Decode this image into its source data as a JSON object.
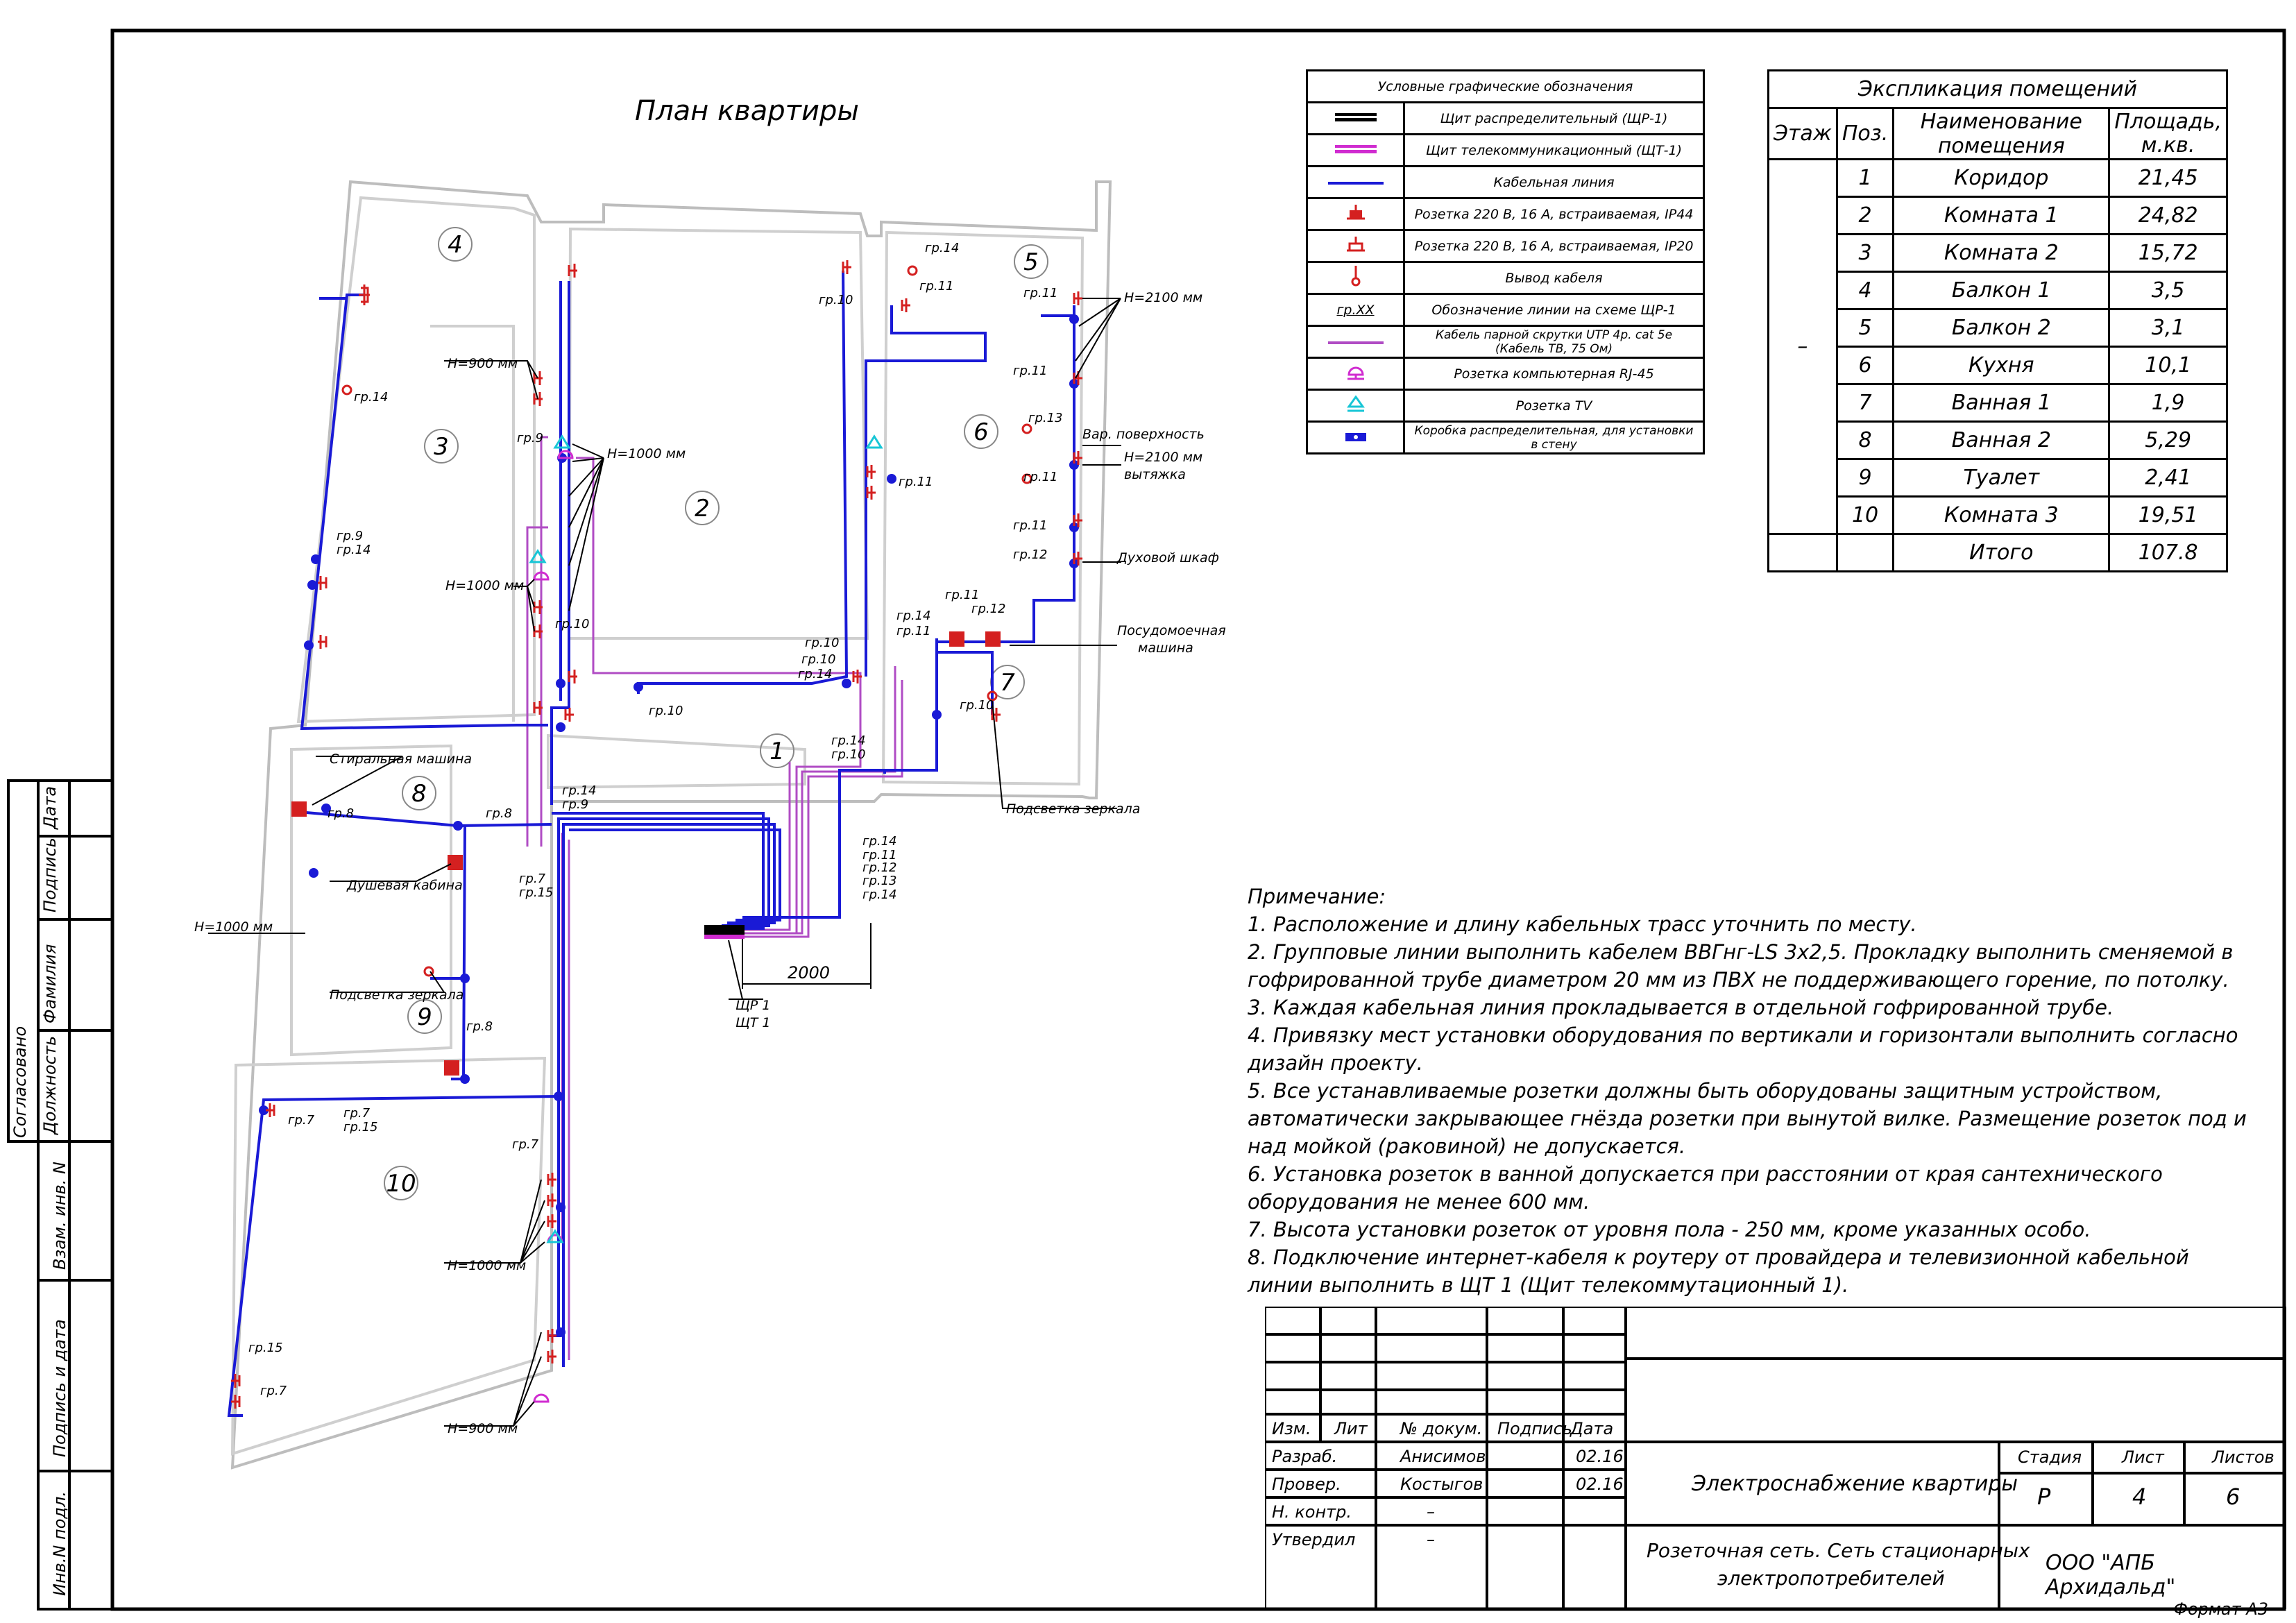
{
  "plan": {
    "title": "План квартиры",
    "room_numbers": [
      "1",
      "2",
      "3",
      "4",
      "5",
      "6",
      "7",
      "8",
      "9",
      "10"
    ],
    "labels": {
      "h900_top": "Н=900 мм",
      "h1000_r2": "Н=1000 мм",
      "h1000_r3": "Н=1000 мм",
      "h2100_top": "Н=2100 мм",
      "work_surface": "Вар. поверхность",
      "h2100_hood": "Н=2100 мм",
      "hood": "вытяжка",
      "oven": "Духовой шкаф",
      "dishwasher": "Посудомоечная",
      "dishwasher2": "машина",
      "mirror_light_7": "Подсветка зеркала",
      "washing_machine": "Стиральная машина",
      "shower": "Душевая кабина",
      "mirror_light_9": "Подсветка зеркала",
      "h1000_left": "Н=1000 мм",
      "h1000_r10": "Н=1000 мм",
      "h900_r10": "Н=900 мм",
      "dim_2000": "2000",
      "panel_1": "ЩР 1",
      "panel_2": "ЩТ 1"
    },
    "group_labels": [
      "гр.14",
      "гр.9",
      "гр.9",
      "гр.14",
      "гр.10",
      "гр.10",
      "гр.10",
      "гр.10",
      "гр.14",
      "гр.10",
      "гр.14",
      "гр.10",
      "гр.11",
      "гр.14",
      "гр.11",
      "гр.11",
      "гр.13",
      "гр.11",
      "гр.11",
      "гр.12",
      "гр.11",
      "гр.12",
      "гр.14",
      "гр.11",
      "гр.11",
      "гр.10",
      "гр.14",
      "гр.11",
      "гр.12",
      "гр.13",
      "гр.14",
      "гр.9",
      "гр.14",
      "гр.8",
      "гр.8",
      "гр.7",
      "гр.15",
      "гр.8",
      "гр.7",
      "гр.7",
      "гр.15",
      "гр.7",
      "гр.15",
      "гр.7"
    ]
  },
  "legend": {
    "title": "Условные графические обозначения",
    "items": [
      {
        "symbol": "panel-dist-icon",
        "text": "Щит распределительный (ЩР-1)"
      },
      {
        "symbol": "panel-telecom-icon",
        "text": "Щит телекоммуникационный (ЩТ-1)"
      },
      {
        "symbol": "cable-line-icon",
        "text": "Кабельная линия"
      },
      {
        "symbol": "socket-ip44-icon",
        "text": "Розетка 220 В, 16 А, встраиваемая, IP44"
      },
      {
        "symbol": "socket-ip20-icon",
        "text": "Розетка 220 В, 16 А, встраиваемая, IP20"
      },
      {
        "symbol": "cable-outlet-icon",
        "text": "Вывод кабеля"
      },
      {
        "symbol": "line-label",
        "symbol_text": "гр.XX",
        "text": "Обозначение линии на схеме ЩР-1"
      },
      {
        "symbol": "utp-cable-icon",
        "text": "Кабель парной скрутки UTP 4p. cat 5e (Кабель ТВ, 75 Ом)"
      },
      {
        "symbol": "rj45-icon",
        "text": "Розетка компьютерная RJ-45"
      },
      {
        "symbol": "tv-socket-icon",
        "text": "Розетка TV"
      },
      {
        "symbol": "junction-box-icon",
        "text": "Коробка распределительная, для установки в стену"
      }
    ]
  },
  "explication": {
    "title": "Экспликация помещений",
    "headers": [
      "Этаж",
      "Поз.",
      "Наименование помещения",
      "Площадь, м.кв."
    ],
    "floor": "–",
    "rows": [
      {
        "pos": "1",
        "name": "Коридор",
        "area": "21,45"
      },
      {
        "pos": "2",
        "name": "Комната 1",
        "area": "24,82"
      },
      {
        "pos": "3",
        "name": "Комната 2",
        "area": "15,72"
      },
      {
        "pos": "4",
        "name": "Балкон 1",
        "area": "3,5"
      },
      {
        "pos": "5",
        "name": "Балкон 2",
        "area": "3,1"
      },
      {
        "pos": "6",
        "name": "Кухня",
        "area": "10,1"
      },
      {
        "pos": "7",
        "name": "Ванная 1",
        "area": "1,9"
      },
      {
        "pos": "8",
        "name": "Ванная 2",
        "area": "5,29"
      },
      {
        "pos": "9",
        "name": "Туалет",
        "area": "2,41"
      },
      {
        "pos": "10",
        "name": "Комната 3",
        "area": "19,51"
      }
    ],
    "total_label": "Итого",
    "total_area": "107.8"
  },
  "notes": {
    "title": "Примечание:",
    "items": [
      "1. Расположение и длину кабельных трасс уточнить по месту.",
      "2. Групповые линии выполнить кабелем ВВГнг-LS 3х2,5. Прокладку выполнить сменяемой в гофрированной трубе диаметром 20 мм из ПВХ не поддерживающего горение, по потолку.",
      "3. Каждая кабельная линия прокладывается в отдельной гофрированной трубе.",
      "4. Привязку мест установки оборудования по вертикали и горизонтали выполнить согласно дизайн проекту.",
      "5. Все устанавливаемые розетки должны быть оборудованы защитным устройством, автоматически закрывающее гнёзда розетки при вынутой вилке. Размещение розеток под и над мойкой (раковиной) не допускается.",
      "6. Установка розеток в ванной допускается при расстоянии от края сантехнического оборудования не менее 600 мм.",
      "7. Высота установки розеток от уровня пола - 250 мм, кроме указанных особо.",
      "8. Подключение интернет-кабеля к роутеру от провайдера и телевизионной кабельной линии выполнить в ЩТ 1 (Щит телекоммутационный 1)."
    ]
  },
  "stamp": {
    "col_headers": [
      "Изм.",
      "Лит",
      "№ докум.",
      "Подпись",
      "Дата"
    ],
    "rows": [
      {
        "role": "Разраб.",
        "name": "Анисимов",
        "date": "02.16."
      },
      {
        "role": "Провер.",
        "name": "Костыгов",
        "date": "02.16."
      },
      {
        "role": "Н. контр.",
        "name": "–",
        "date": ""
      },
      {
        "role": "Утвердил",
        "name": "–",
        "date": ""
      }
    ],
    "project": "Электроснабжение квартиры",
    "sheet_title_1": "Розеточная сеть. Сеть стационарных",
    "sheet_title_2": "электропотребителей",
    "stage_label": "Стадия",
    "sheet_label": "Лист",
    "sheets_label": "Листов",
    "stage": "Р",
    "sheet": "4",
    "sheets": "6",
    "company": "ООО \"АПБ Архидальд\""
  },
  "side": {
    "agreed": "Согласовано",
    "date": "Дата",
    "signature": "Подпись",
    "surname": "Фамилия",
    "position": "Должность",
    "replaced_inv": "Взам. инв. N",
    "sign_date": "Подпись и дата",
    "inv_orig": "Инв.N подл."
  },
  "format": "Формат А3",
  "colors": {
    "cable": "#1a1ad6",
    "utp": "#b04cc4",
    "socket": "#d42020",
    "rj45": "#d02cd0",
    "tv": "#17c6d6",
    "wall": "#c8c8c8"
  }
}
